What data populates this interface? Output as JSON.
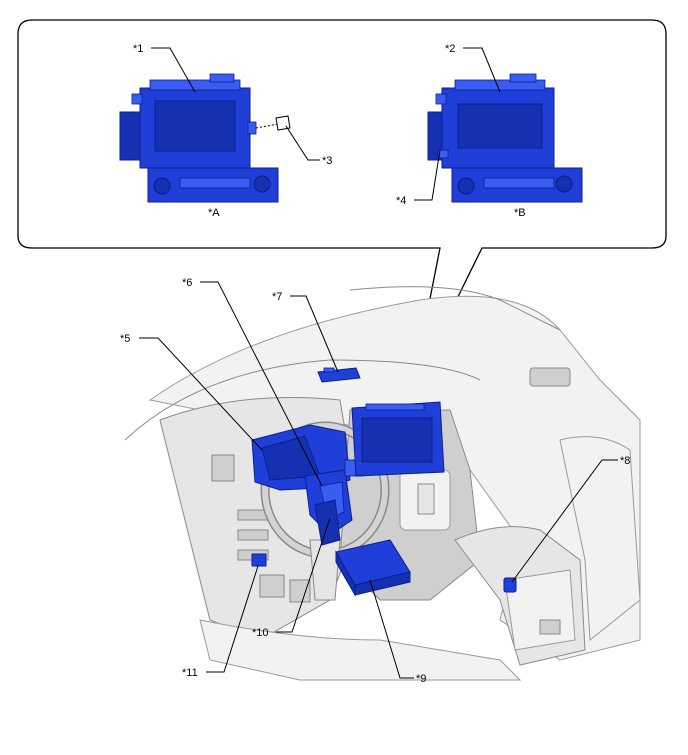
{
  "callouts": {
    "c1": "*1",
    "c2": "*2",
    "c3": "*3",
    "c4": "*4",
    "c5": "*5",
    "c6": "*6",
    "c7": "*7",
    "c8": "*8",
    "c9": "*9",
    "c10": "*10",
    "c11": "*11"
  },
  "variants": {
    "a": "*A",
    "b": "*B"
  },
  "colors": {
    "highlight": "#1f3fd8",
    "interior": "#e6e6e6",
    "outline": "#000000"
  }
}
